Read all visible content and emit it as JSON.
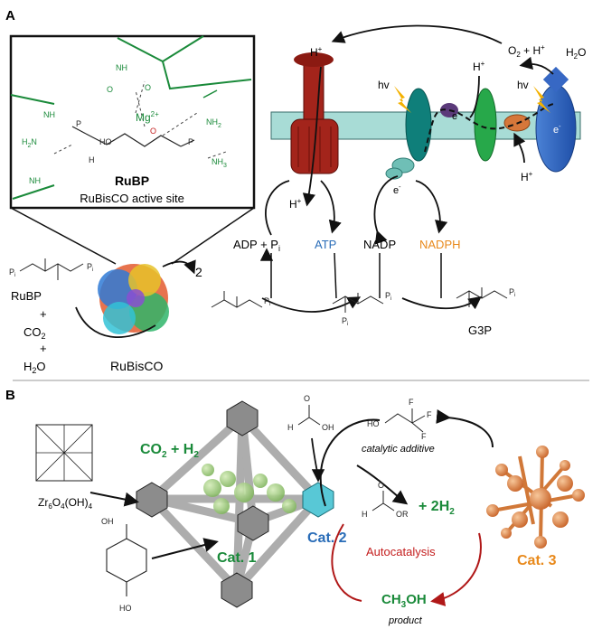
{
  "panelA": {
    "label": "A",
    "inset": {
      "title": "RuBP",
      "caption": "RuBisCO active site",
      "mg": "Mg",
      "mg_charge": "2+",
      "nh": "NH",
      "h2n": "H",
      "nh2": "NH",
      "nh3": "NH",
      "ho": "HO",
      "h": "H",
      "o": "O",
      "p": "P"
    },
    "h_plus": "H",
    "o2_h": "O",
    "h2o": "H",
    "hv": "hv",
    "e_minus": "e",
    "adp": "ADP + P",
    "atp": "ATP",
    "nadp": "NADP",
    "nadph": "NADPH",
    "rubp": "RuBP",
    "plus": "+",
    "co2": "CO",
    "h2o_small": "H",
    "rubisco": "RuBisCO",
    "two": "2",
    "g3p": "G3P",
    "pi": "P"
  },
  "panelB": {
    "label": "B",
    "co2_h2": "CO",
    "plus_2h2": "+ 2H",
    "zr_cluster": "Zr",
    "catalytic_additive": "catalytic additive",
    "cat1": "Cat. 1",
    "cat2": "Cat. 2",
    "cat3": "Cat. 3",
    "autocatalysis": "Autocatalysis",
    "ch3oh": "CH",
    "product": "product",
    "f": "F",
    "ho": "HO",
    "oh": "OH",
    "h": "H",
    "o": "O",
    "or": "OR"
  },
  "colors": {
    "green": "#1a8a3a",
    "blue": "#2a6db8",
    "orange": "#e8891b",
    "red": "#c41e1e",
    "membrane": "#a8dcd6",
    "atpsynthase": "#a3241b",
    "psii": "#0f7f7a",
    "cytb6f": "#27a84a",
    "psi": "#2f5db5"
  }
}
